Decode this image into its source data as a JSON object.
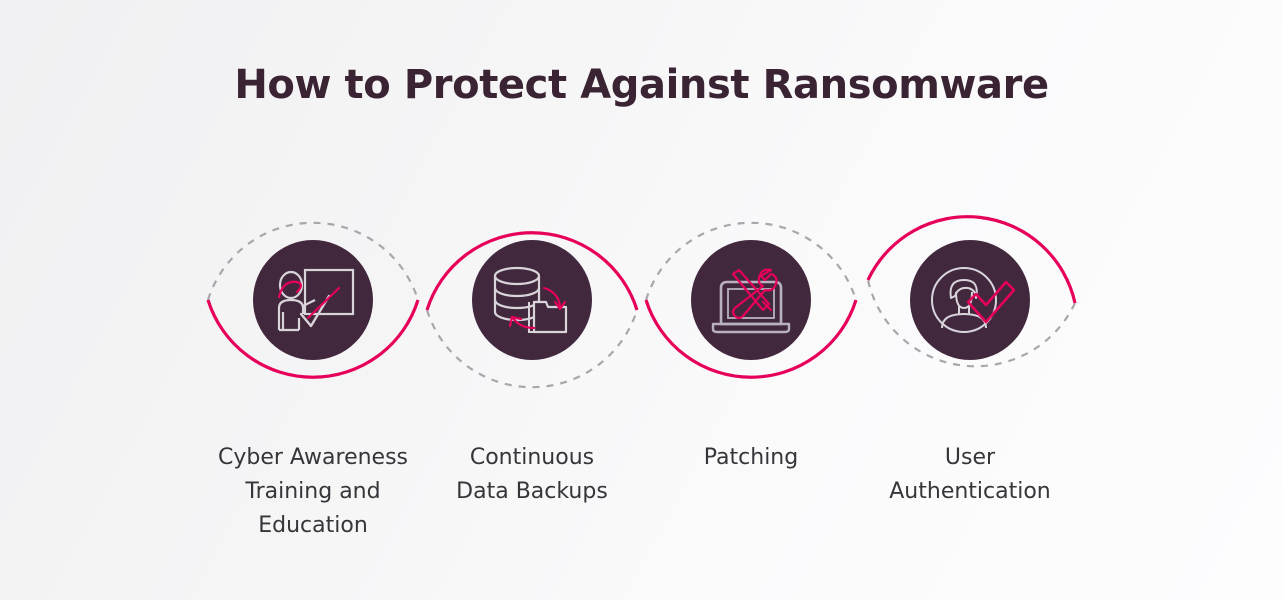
{
  "page": {
    "title": "How to Protect Against Ransomware",
    "background_gradient_from": "#f0f0f2",
    "background_gradient_to": "#fdfdfe"
  },
  "colors": {
    "accent_crimson": "#e6005a",
    "dark_plum": "#42283c",
    "dashed_gray": "#a8a8ac",
    "title_text": "#3a2333",
    "label_text": "#35363a",
    "icon_line": "#d8d4da"
  },
  "steps": [
    {
      "index": 1,
      "label": "Cyber Awareness Training and Education",
      "label_lines": [
        "Cyber Awareness",
        "Training and",
        "Education"
      ],
      "icon_name": "teacher-whiteboard-icon",
      "ring_solid_position": "bottom",
      "ring_dashed_position": "top"
    },
    {
      "index": 2,
      "label": "Continuous Data Backups",
      "label_lines": [
        "Continuous",
        "Data Backups"
      ],
      "icon_name": "database-folder-sync-icon",
      "ring_solid_position": "top",
      "ring_dashed_position": "bottom"
    },
    {
      "index": 3,
      "label": "Patching",
      "label_lines": [
        "Patching"
      ],
      "icon_name": "laptop-tools-icon",
      "ring_solid_position": "bottom",
      "ring_dashed_position": "top"
    },
    {
      "index": 4,
      "label": "User Authentication",
      "label_lines": [
        "User",
        "Authentication"
      ],
      "icon_name": "user-check-icon",
      "ring_solid_position": "left-top",
      "ring_dashed_position": "right-bottom"
    }
  ]
}
